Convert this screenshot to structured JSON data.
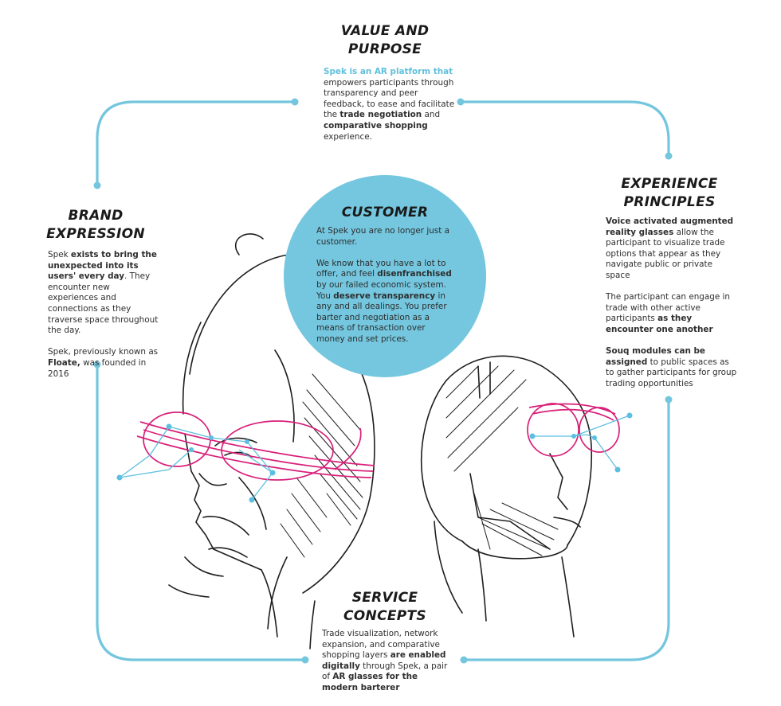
{
  "colors": {
    "connector": "#74c6de",
    "circle": "#74c7df",
    "ar_overlay": "#d8207a",
    "network": "#5cbfe0",
    "sketch": "#1e1e1e"
  },
  "sections": {
    "value": {
      "title_lines": [
        "VALUE AND",
        "PURPOSE"
      ],
      "segments": [
        {
          "t": "Spek is an AR platform that",
          "s": "accent"
        },
        {
          "t": " empowers participants through transparency and peer feedback, to ease and facilitate the ",
          "s": ""
        },
        {
          "t": "trade negotiation",
          "s": "b"
        },
        {
          "t": " and ",
          "s": ""
        },
        {
          "t": "comparative shopping",
          "s": "b"
        },
        {
          "t": " experience.",
          "s": ""
        }
      ]
    },
    "customer": {
      "title": "CUSTOMER",
      "paragraphs": [
        [
          {
            "t": "At Spek you are no longer just a customer.",
            "s": ""
          }
        ],
        [
          {
            "t": "We know that you have a lot to offer, and feel ",
            "s": ""
          },
          {
            "t": "disenfranchised",
            "s": "b"
          },
          {
            "t": " by our failed economic system. You ",
            "s": ""
          },
          {
            "t": "deserve transparency",
            "s": "b"
          },
          {
            "t": " in any and all dealings. You prefer barter and negotiation as a means of transaction over money and set prices.",
            "s": ""
          }
        ]
      ]
    },
    "brand": {
      "title_lines": [
        "BRAND",
        "EXPRESSION"
      ],
      "paragraphs": [
        [
          {
            "t": "Spek ",
            "s": ""
          },
          {
            "t": "exists to bring the unexpected into its users' every day",
            "s": "b"
          },
          {
            "t": ". They encounter new experiences and connections as they traverse space throughout the day.",
            "s": ""
          }
        ],
        [
          {
            "t": "Spek, previously known as ",
            "s": ""
          },
          {
            "t": "Floate,",
            "s": "b"
          },
          {
            "t": " was founded in 2016",
            "s": ""
          }
        ]
      ]
    },
    "experience": {
      "title_lines": [
        "EXPERIENCE",
        "PRINCIPLES"
      ],
      "paragraphs": [
        [
          {
            "t": "Voice activated augmented reality glasses",
            "s": "b"
          },
          {
            "t": " allow the participant to visualize trade options that appear as they navigate public or private space",
            "s": ""
          }
        ],
        [
          {
            "t": "The participant can engage in trade with other active participants ",
            "s": ""
          },
          {
            "t": "as they encounter one another",
            "s": "b"
          }
        ],
        [
          {
            "t": "Souq modules can be assigned",
            "s": "b"
          },
          {
            "t": " to public spaces as to gather participants for group trading opportunities",
            "s": ""
          }
        ]
      ]
    },
    "service": {
      "title_lines": [
        "SERVICE",
        "CONCEPTS"
      ],
      "segments": [
        {
          "t": "Trade visualization, network expansion, and comparative shopping layers ",
          "s": ""
        },
        {
          "t": "are enabled digitally",
          "s": "b"
        },
        {
          "t": " through Spek, a pair of ",
          "s": ""
        },
        {
          "t": "AR glasses for the modern barterer",
          "s": "b"
        }
      ]
    }
  }
}
